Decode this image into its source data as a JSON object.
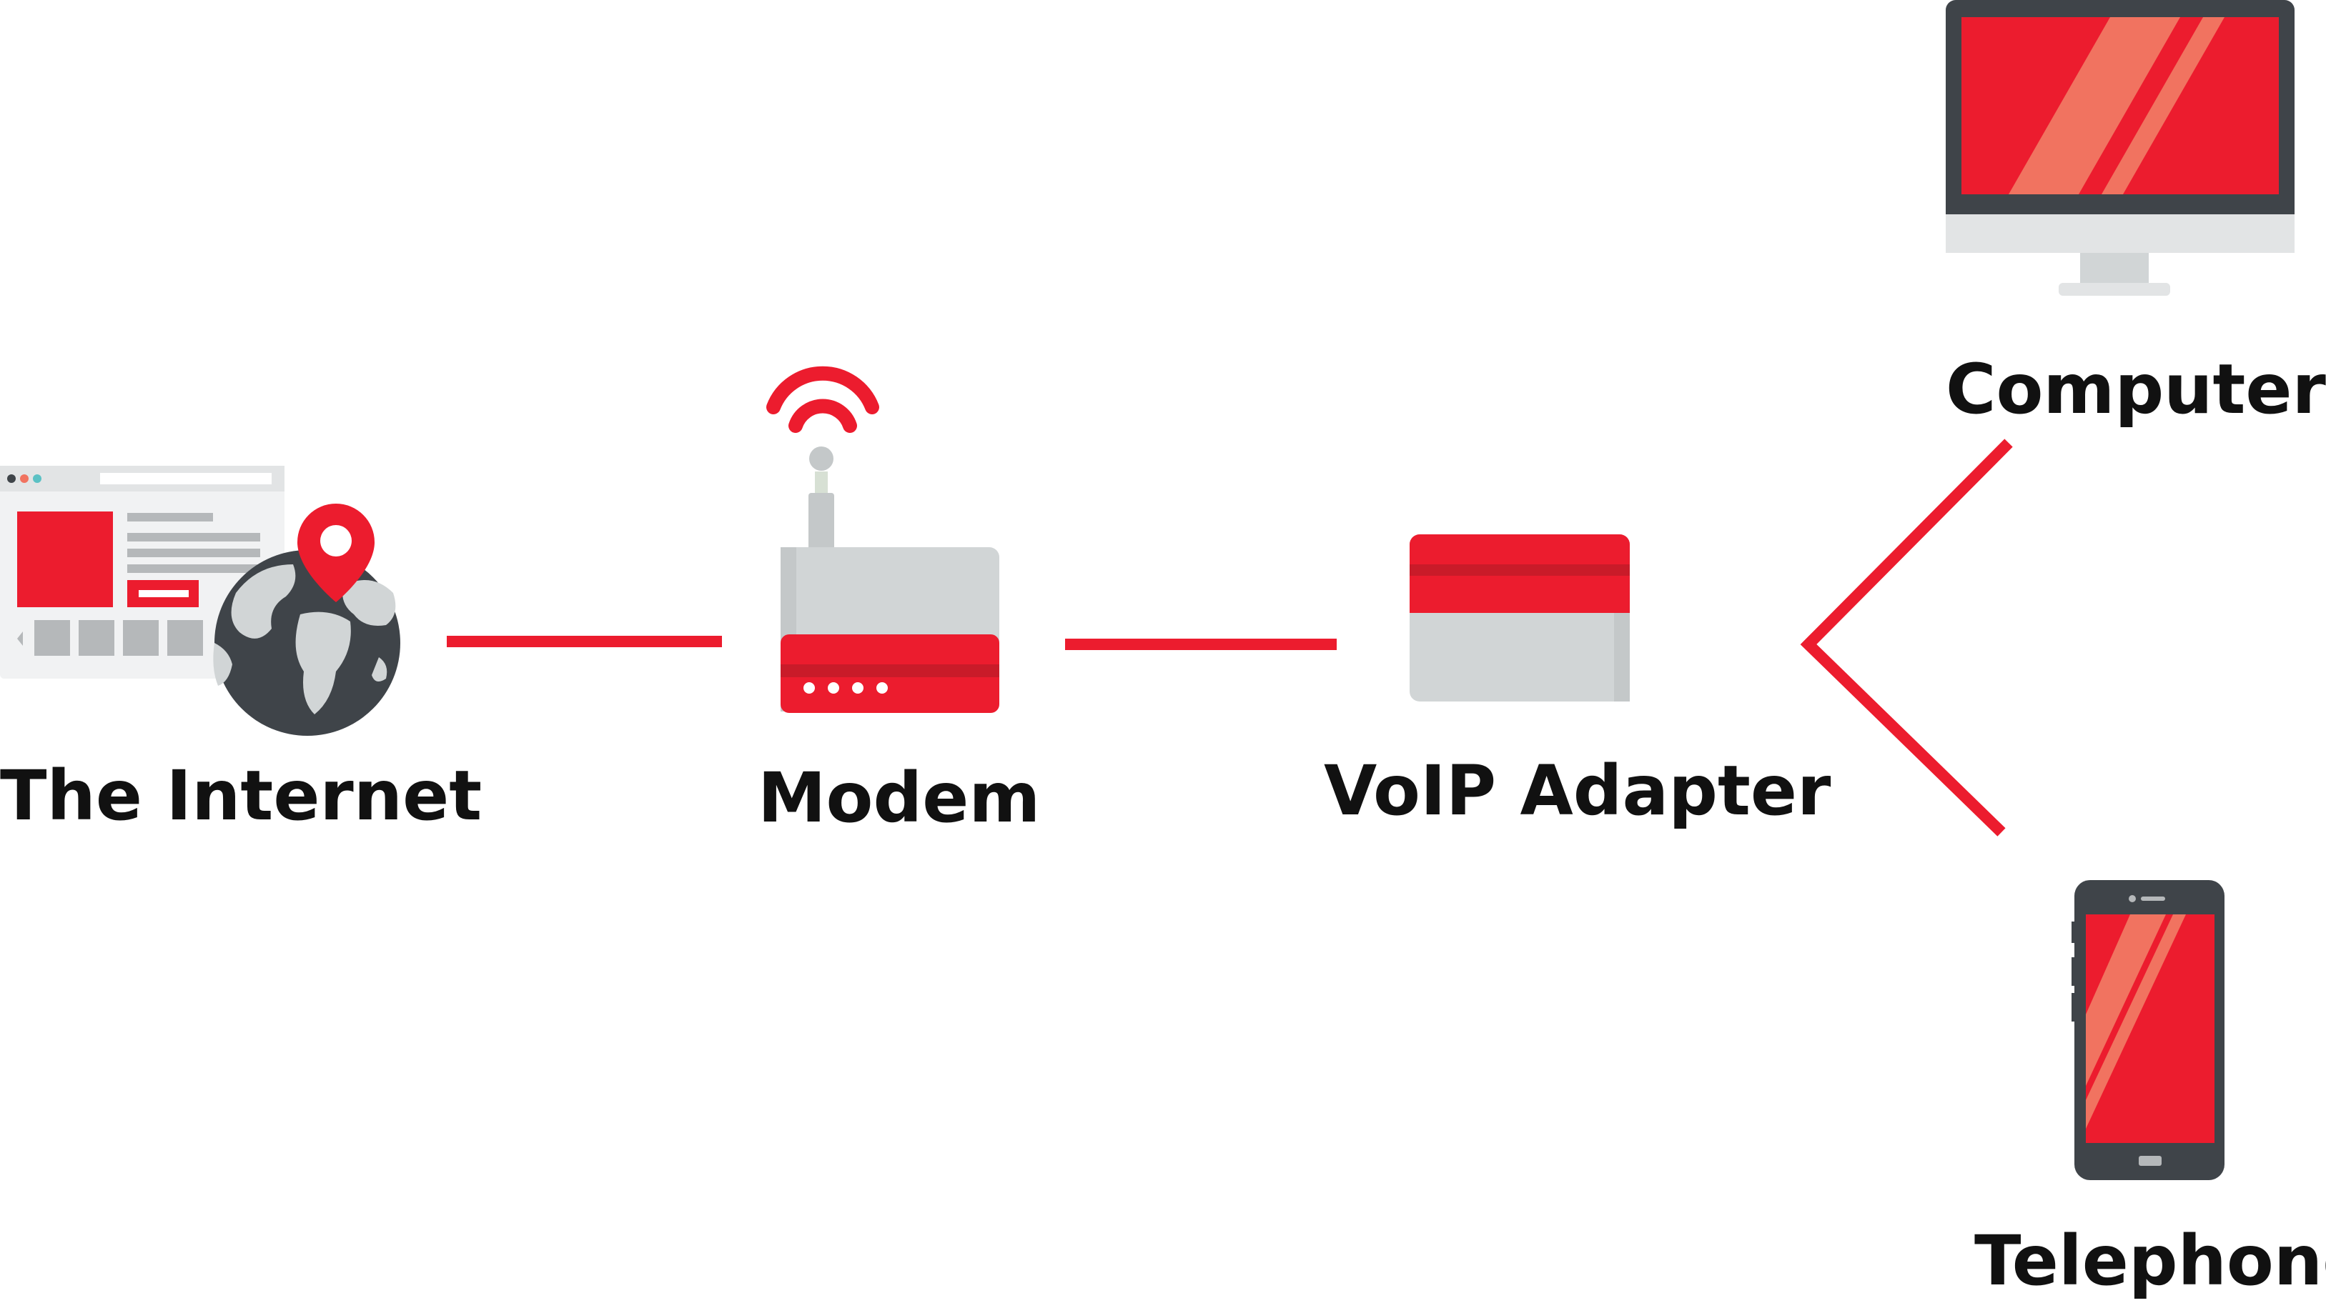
{
  "nodes": {
    "internet": {
      "label": "The Internet"
    },
    "modem": {
      "label": "Modem"
    },
    "voip": {
      "label": "VoIP Adapter"
    },
    "computer": {
      "label": "Computer"
    },
    "telephone": {
      "label": "Telephone"
    }
  },
  "colors": {
    "accent": "#ec1c2e",
    "accent_dark": "#c91b29",
    "highlight": "#f17360",
    "light_gray": "#d1d5d6",
    "mid_gray": "#b5b8ba",
    "dark": "#3f4449",
    "text": "#111111"
  },
  "icons": {
    "internet": "globe-browser-icon",
    "modem": "wifi-modem-icon",
    "voip": "voip-adapter-icon",
    "computer": "desktop-monitor-icon",
    "telephone": "smartphone-icon"
  }
}
